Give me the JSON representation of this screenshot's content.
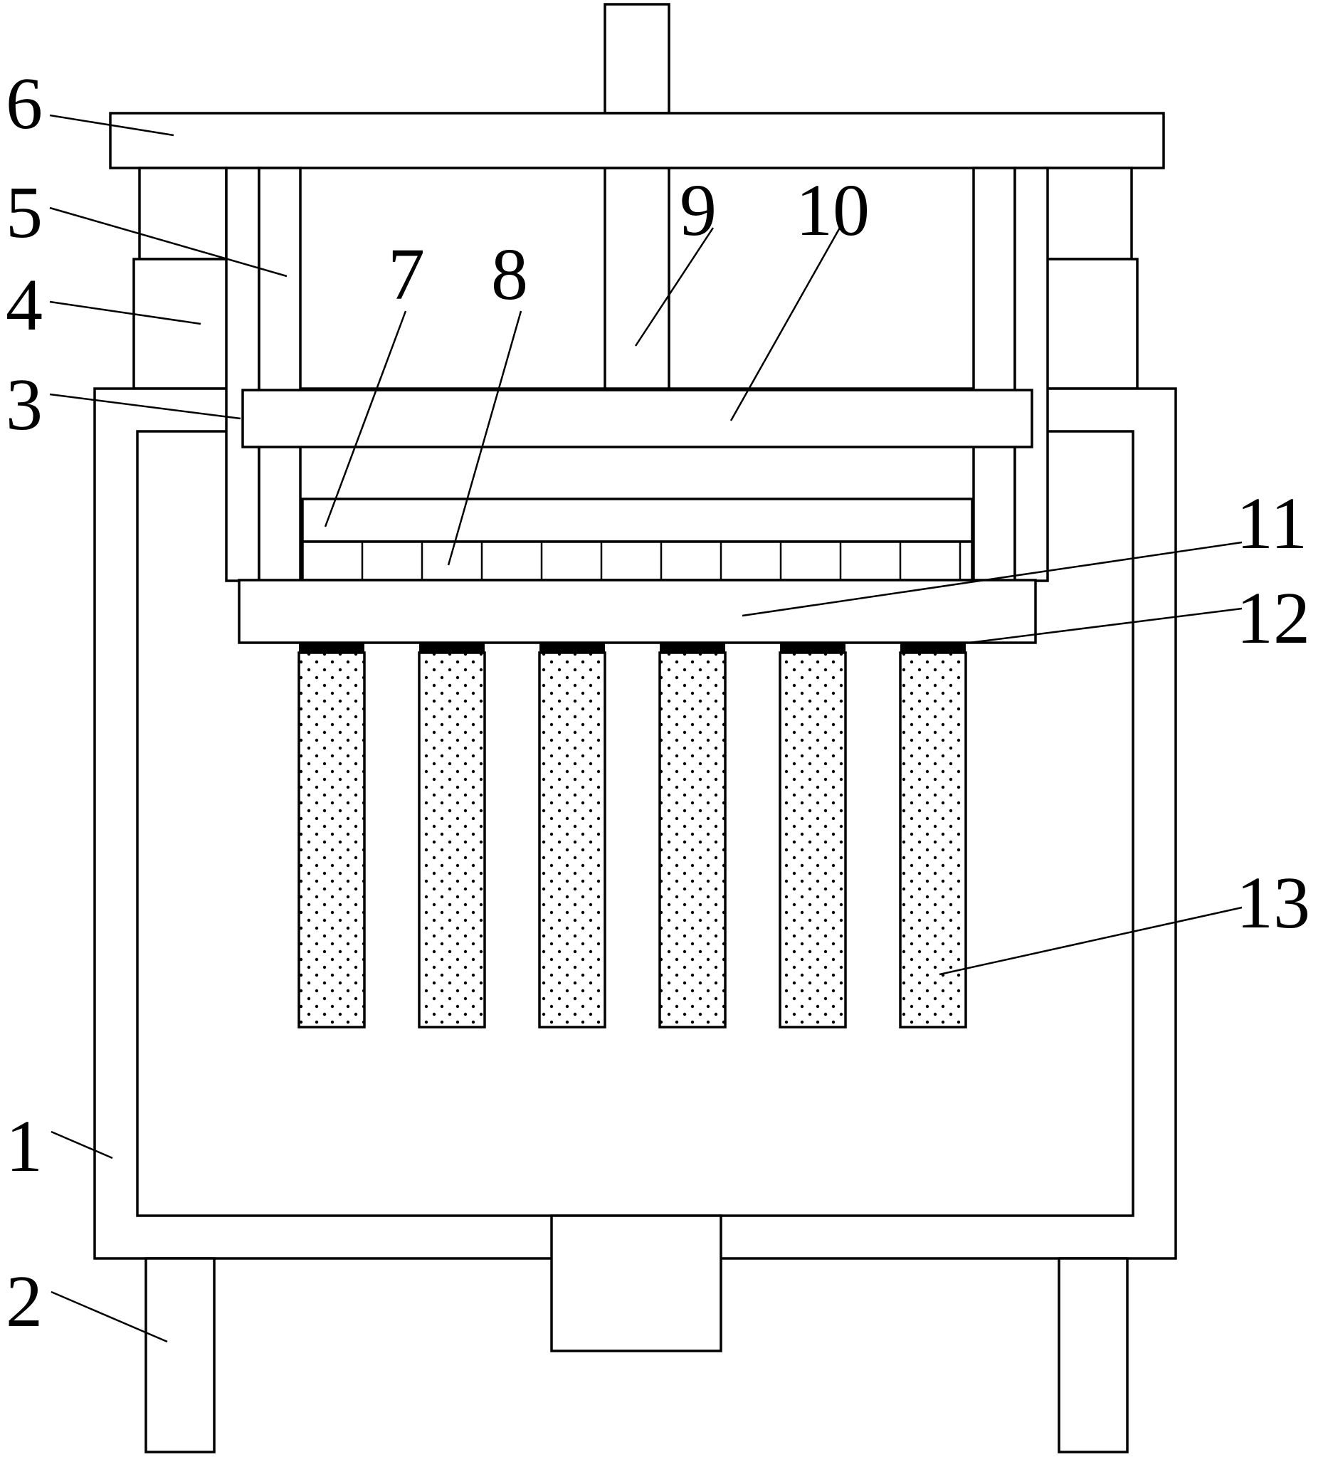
{
  "figure": {
    "colors": {
      "line": "#000000",
      "background": "#ffffff"
    },
    "reference_numerals": {
      "housing": "1",
      "legs": "2",
      "top_plate": "3",
      "cylinder_body": "4",
      "guide_rod": "5",
      "top_frame": "6",
      "press_plate": "7",
      "spacer_blocks": "8",
      "central_shaft": "9",
      "cross_beam": "10",
      "mounting_plate": "11",
      "joint": "12",
      "brush_tubes": "13"
    }
  }
}
